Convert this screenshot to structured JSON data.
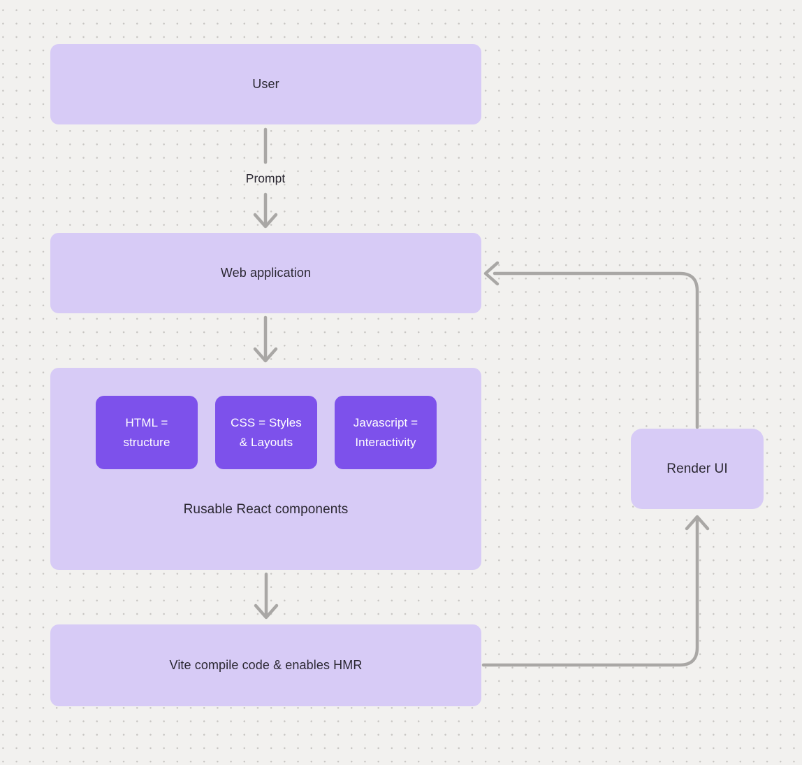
{
  "diagram": {
    "nodes": {
      "user": {
        "label": "User"
      },
      "web_application": {
        "label": "Web application"
      },
      "components_group": {
        "caption": "Rusable React components",
        "items": [
          {
            "label": "HTML = structure"
          },
          {
            "label": "CSS = Styles & Layouts"
          },
          {
            "label": "Javascript = Interactivity"
          }
        ]
      },
      "vite": {
        "label": "Vite compile code & enables HMR"
      },
      "render_ui": {
        "label": "Render UI"
      }
    },
    "edge_labels": {
      "prompt": "Prompt"
    },
    "colors": {
      "canvas_bg": "#f2f1ef",
      "dot": "#c7c5c2",
      "node_fill": "#d7cbf6",
      "accent_fill": "#7d51eb",
      "accent_text": "#ffffff",
      "node_text": "#2a2731",
      "arrow": "#a9a7a5"
    }
  }
}
